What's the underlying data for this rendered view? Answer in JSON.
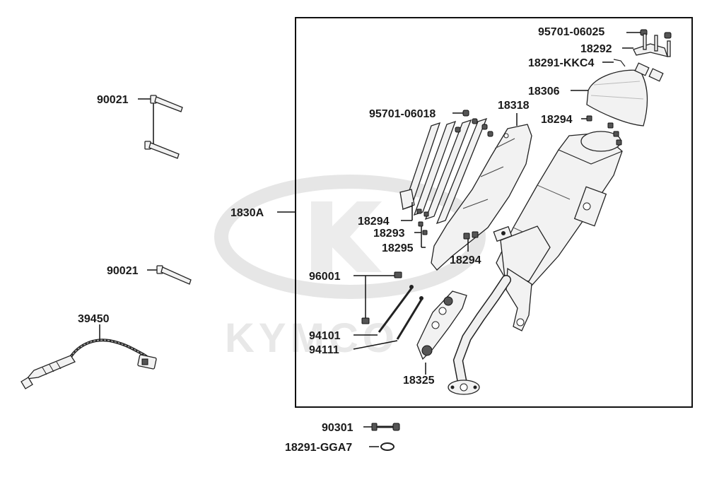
{
  "watermark": {
    "brand_text": "KYMCO"
  },
  "frame_label": "1830A",
  "part_labels": [
    {
      "id": "p1",
      "text": "95701-06025"
    },
    {
      "id": "p2",
      "text": "18292"
    },
    {
      "id": "p3",
      "text": "18291-KKC4"
    },
    {
      "id": "p4",
      "text": "18306"
    },
    {
      "id": "p5",
      "text": "18318"
    },
    {
      "id": "p6",
      "text": "95701-06018"
    },
    {
      "id": "p7",
      "text": "18294"
    },
    {
      "id": "p8",
      "text": "18294"
    },
    {
      "id": "p9",
      "text": "18293"
    },
    {
      "id": "p10",
      "text": "18295"
    },
    {
      "id": "p11",
      "text": "18294"
    },
    {
      "id": "p12",
      "text": "96001"
    },
    {
      "id": "p13",
      "text": "94101"
    },
    {
      "id": "p14",
      "text": "94111"
    },
    {
      "id": "p15",
      "text": "18325"
    },
    {
      "id": "p16",
      "text": "90021"
    },
    {
      "id": "p17",
      "text": "90021"
    },
    {
      "id": "p18",
      "text": "39450"
    },
    {
      "id": "p19",
      "text": "90301"
    },
    {
      "id": "p20",
      "text": "18291-GGA7"
    }
  ]
}
